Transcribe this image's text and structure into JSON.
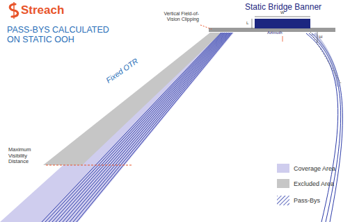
{
  "diagram": {
    "title": "PASS-BYS CALCULATED ON STATIC OOH",
    "labels": [
      "Streach",
      "Static Bridge Banner",
      "Vertical Field-of-Vision Clipping",
      "Azimuth",
      "W",
      "L",
      "H",
      "Fixed OTR",
      "Maximum Visibility Distance"
    ],
    "legend": [
      {
        "text": "Coverage Area",
        "color": "#cfcdee"
      },
      {
        "text": "Excluded Area",
        "color": "#c6c6c6"
      },
      {
        "text": "Pass-Bys"
      }
    ]
  }
}
